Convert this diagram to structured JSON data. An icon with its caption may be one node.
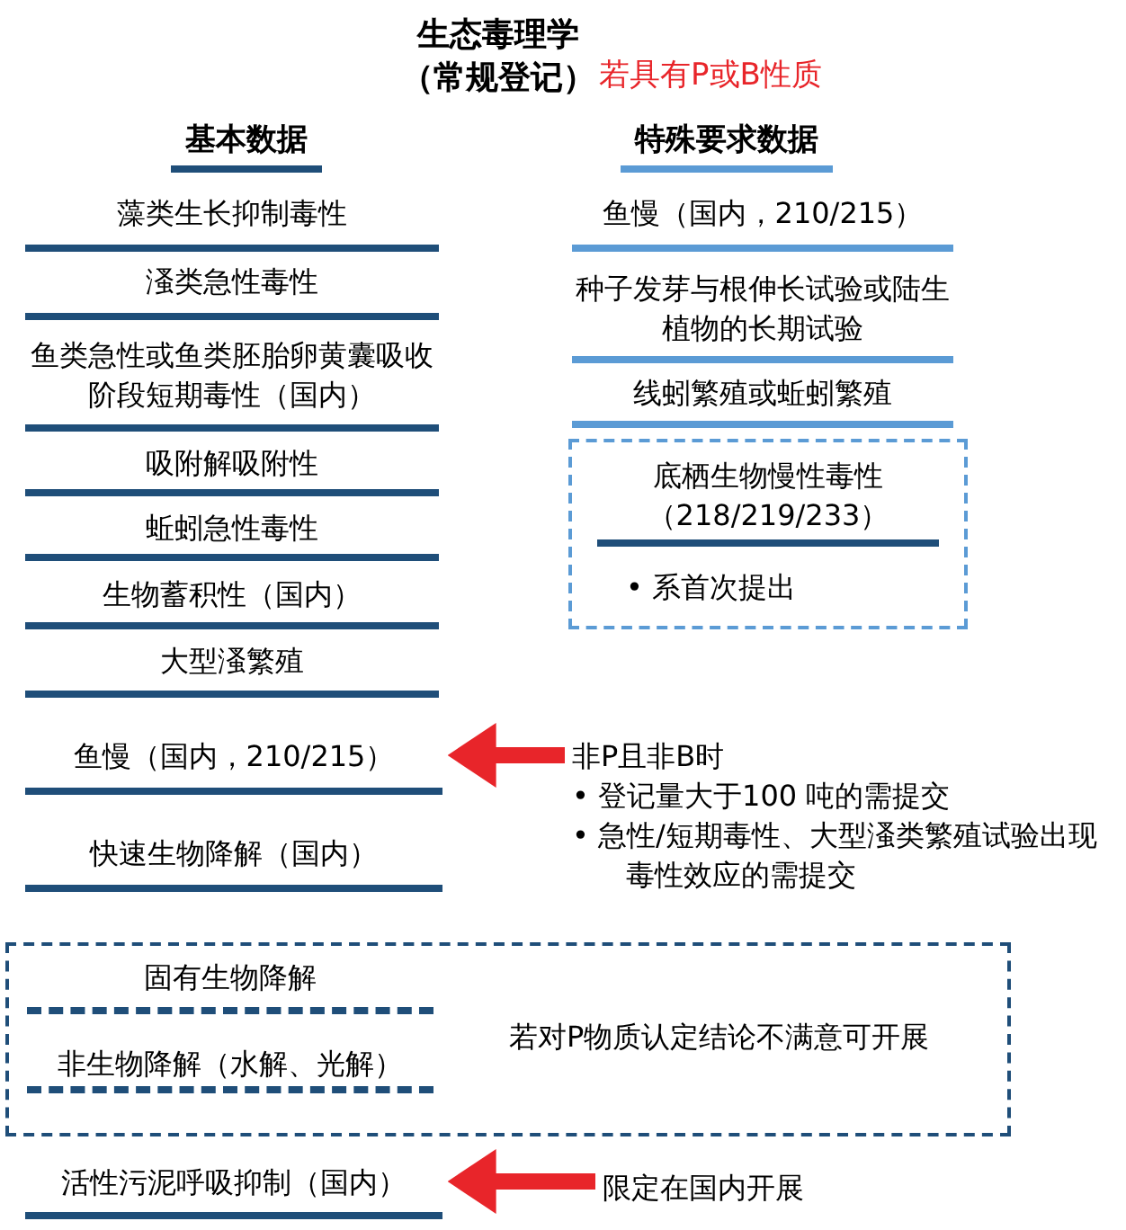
{
  "diagram": {
    "title": "生态毒理学（常规登记）",
    "nodes": [
      {
        "text": [
          "藻类生长抑制毒性"
        ]
      },
      {
        "text": [
          "溞类急性毒性"
        ]
      },
      {
        "text": [
          "鱼类急性或鱼类胚胎卵黄囊吸收阶段短期毒性（国内）"
        ]
      },
      {
        "text": [
          "吸附解吸附性"
        ]
      },
      {
        "text": [
          "蚯蚓急性毒性"
        ]
      },
      {
        "text": [
          "生物蓄积性（国内）"
        ]
      },
      {
        "text": [
          "大型溞繁殖"
        ]
      },
      {
        "text": [
          "鱼慢（国内，210/215）"
        ]
      },
      {
        "text": [
          "快速生物降解（国内）"
        ]
      },
      {
        "text": [
          "若对P物质认定结论不满意可开展"
        ]
      },
      {
        "text": [
          "固有生物降解"
        ],
        "in": 9
      },
      {
        "text": [
          "非生物降解（水解、光解）"
        ],
        "in": 9
      },
      {
        "text": [
          "活性污泥呼吸抑制（国内）"
        ]
      },
      {
        "text": [
          "鱼慢（国内，210/215）"
        ]
      },
      {
        "text": [
          "种子发芽与根伸长试验或陆生植物的长期试验"
        ]
      },
      {
        "text": [
          "线蚓繁殖或蚯蚓繁殖"
        ]
      },
      {
        "text": [
          "• 系首次提出"
        ]
      },
      {
        "text": [
          "底栖生物慢性毒性（218/219/233）"
        ],
        "in": 16
      },
      {
        "text": [
          "非P且非B时",
          "• 登记量大于100 吨的需提交",
          "• 急性/短期毒性、大型溞类繁殖试验出现毒性效应的需提交"
        ]
      },
      {
        "text": [
          "限定在国内开展"
        ]
      }
    ],
    "edges": [
      {
        "from": 18,
        "to": 7,
        "arrow": "to",
        "color": "#e8252a"
      },
      {
        "from": 19,
        "to": 12,
        "arrow": "to",
        "color": "#e8252a"
      }
    ],
    "labels": [
      "若具有P或B性质",
      "基本数据",
      "特殊要求数据"
    ]
  }
}
